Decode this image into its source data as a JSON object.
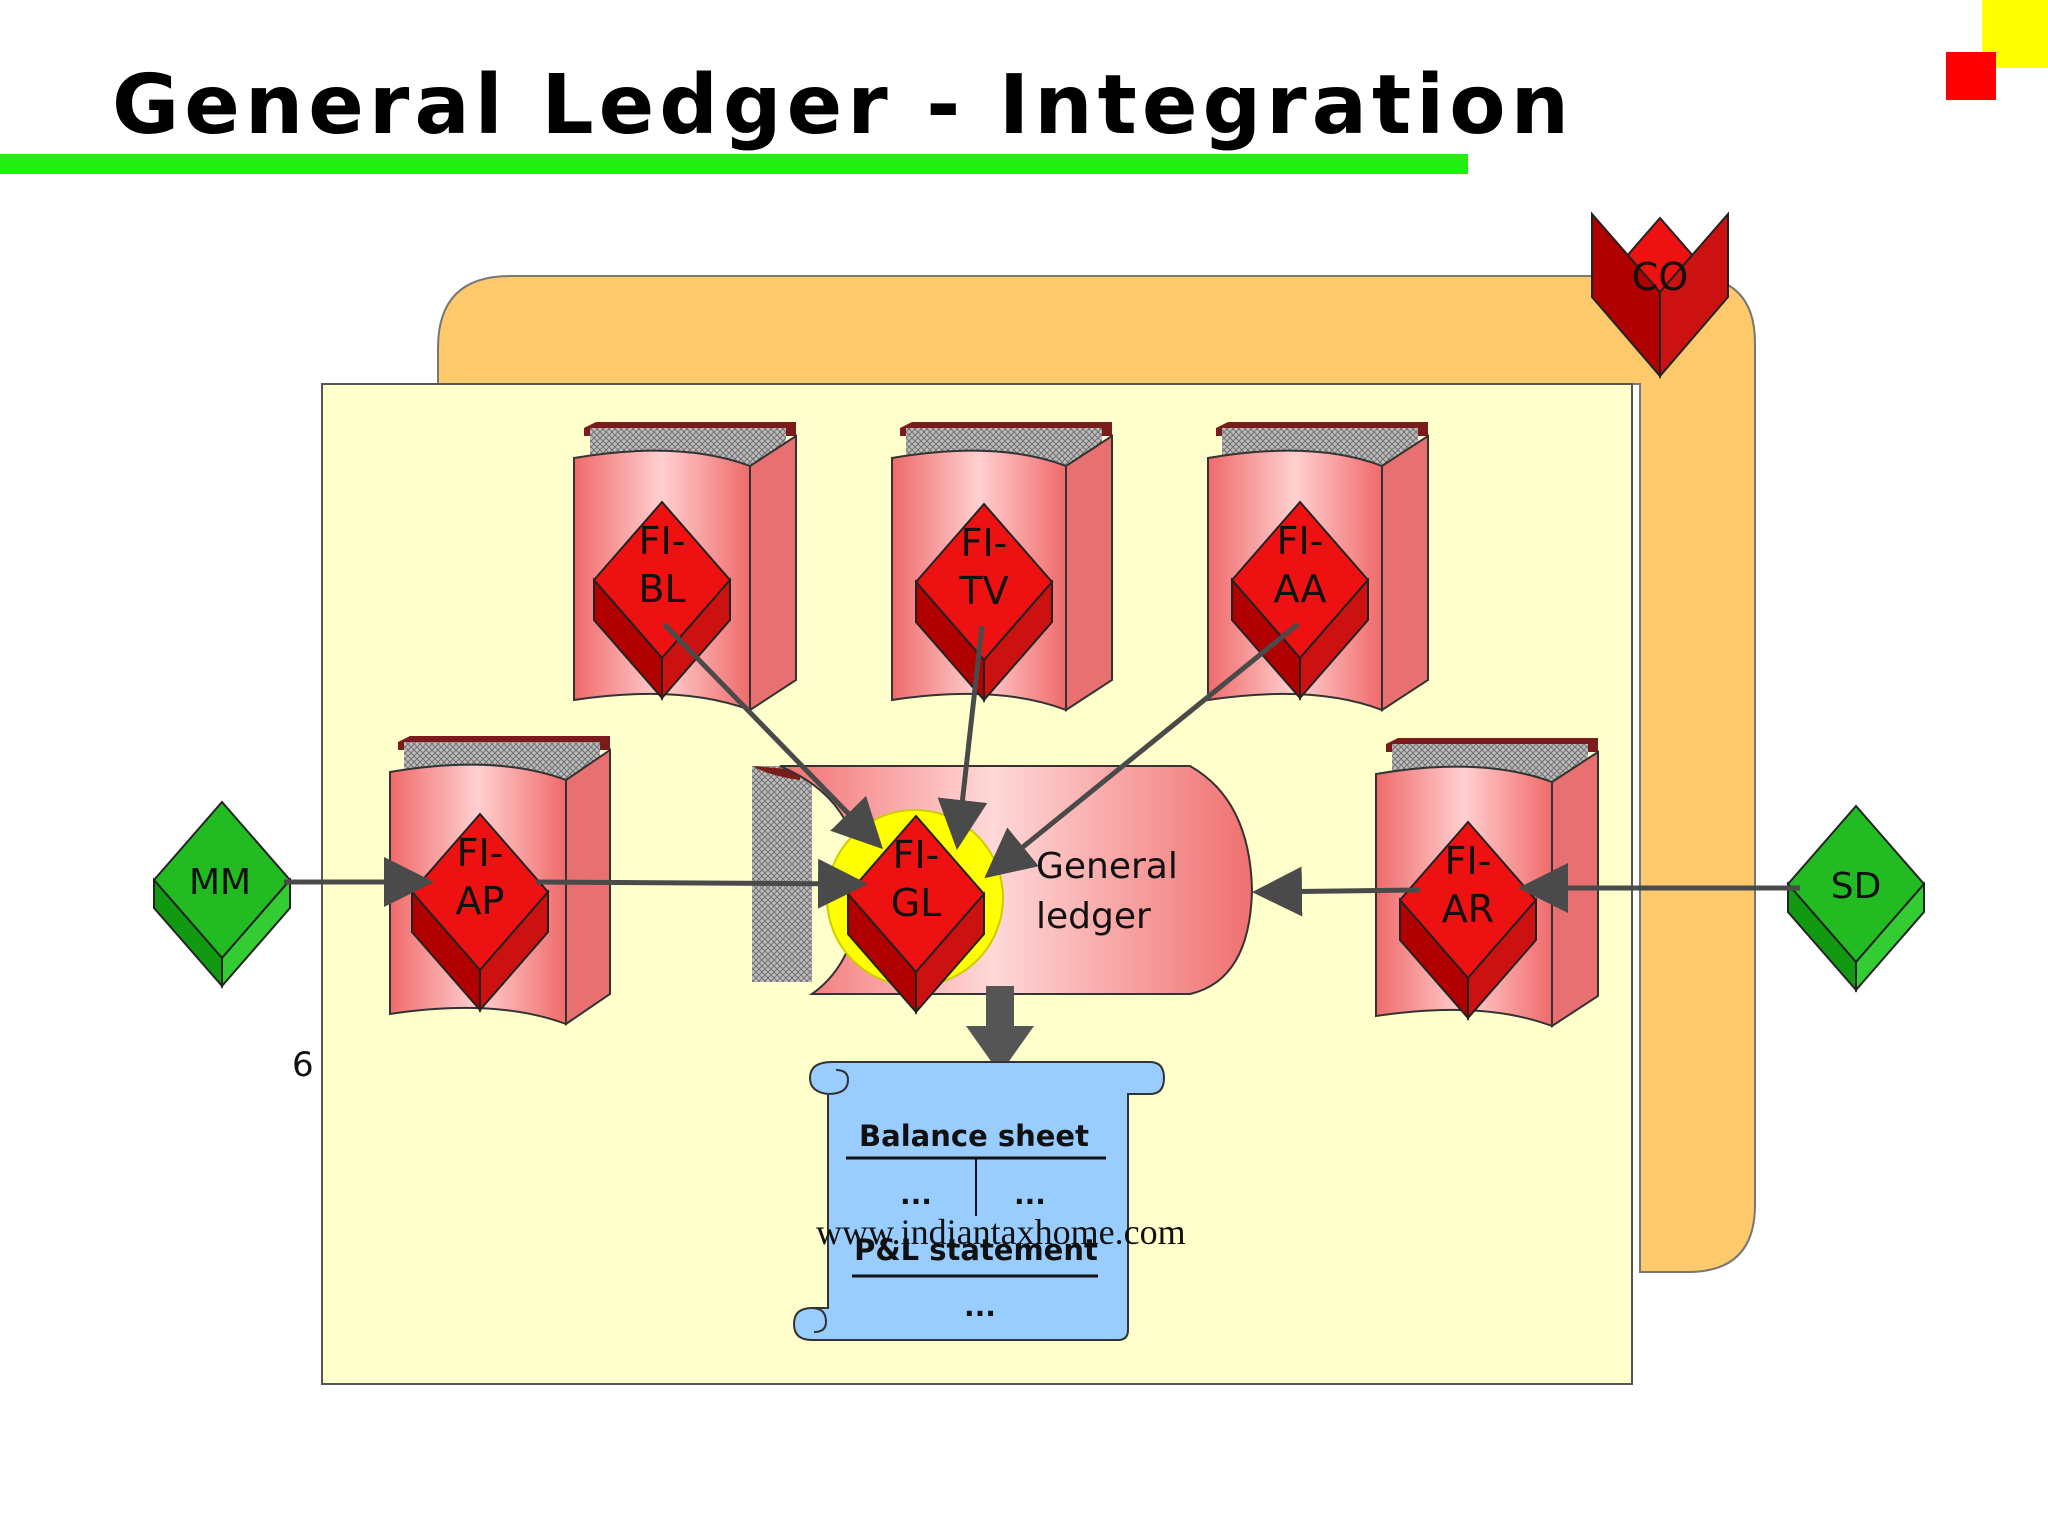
{
  "title": "General Ledger - Integration",
  "page_number": "6",
  "watermark": "www.indiantaxhome.com",
  "nodes": {
    "co": "CO",
    "mm": "MM",
    "sd": "SD",
    "fi_bl": [
      "FI-",
      "BL"
    ],
    "fi_tv": [
      "FI-",
      "TV"
    ],
    "fi_aa": [
      "FI-",
      "AA"
    ],
    "fi_ap": [
      "FI-",
      "AP"
    ],
    "fi_ar": [
      "FI-",
      "AR"
    ],
    "fi_gl": [
      "FI-",
      "GL"
    ]
  },
  "general_ledger_label": [
    "General",
    "ledger"
  ],
  "report": {
    "balance_sheet": "Balance sheet",
    "left_dots": "...",
    "right_dots": "...",
    "pl_statement": "P&L statement",
    "bottom_dots": "..."
  },
  "colors": {
    "title_rule": "#22ee11",
    "orange_panel": "#fdc96b",
    "yellow_panel": "#ffffcc",
    "book": "#f57b7b",
    "diamond_red": "#ee1111",
    "diamond_green": "#22bb22",
    "scroll_blue": "#99ccff",
    "highlight": "#ffff00"
  }
}
